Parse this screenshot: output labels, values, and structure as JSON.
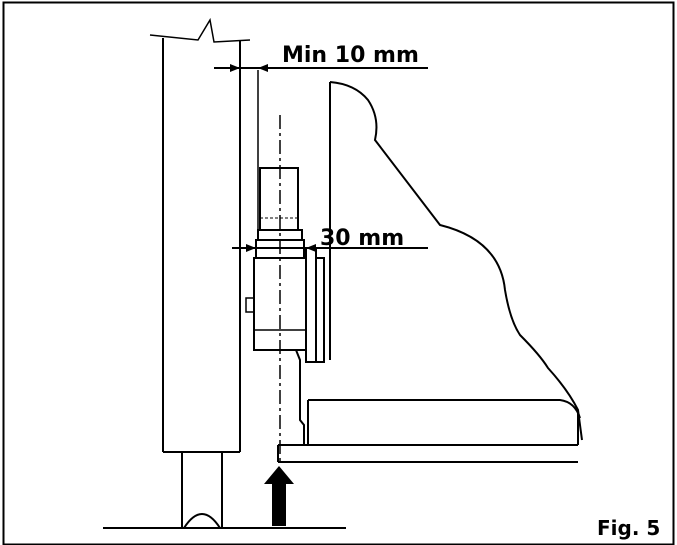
{
  "labels": {
    "min_clearance": "Min 10 mm",
    "hinge_gap": "30 mm",
    "figure": "Fig. 5"
  }
}
